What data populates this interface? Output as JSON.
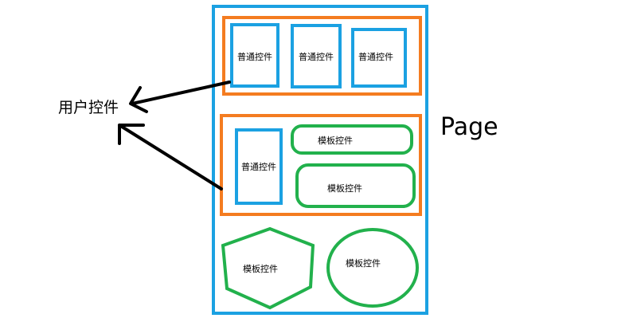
{
  "diagram": {
    "page_label": "Page",
    "user_control_label": "用户控件",
    "groups": [
      {
        "children": [
          {
            "kind": "普通控件",
            "label": "普通控件"
          },
          {
            "kind": "普通控件",
            "label": "普通控件"
          },
          {
            "kind": "普通控件",
            "label": "普通控件"
          }
        ]
      },
      {
        "children": [
          {
            "kind": "普通控件",
            "label": "普通控件"
          },
          {
            "kind": "模板控件",
            "label": "模板控件"
          },
          {
            "kind": "模板控件",
            "label": "模板控件"
          }
        ]
      }
    ],
    "standalone": [
      {
        "kind": "模板控件",
        "shape": "hexagon",
        "label": "模板控件"
      },
      {
        "kind": "模板控件",
        "shape": "ellipse",
        "label": "模板控件"
      }
    ],
    "colors": {
      "page_border": "#1ba1e2",
      "group_border": "#f47c20",
      "normal_control_border": "#1ba1e2",
      "template_control_border": "#22b14c",
      "arrow": "#000000",
      "text": "#000000"
    }
  }
}
